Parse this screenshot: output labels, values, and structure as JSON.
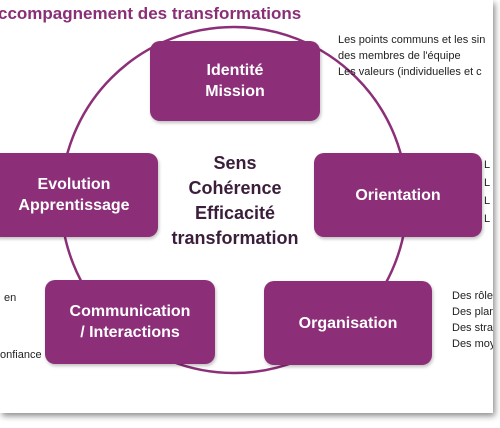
{
  "title": "ccompagnement des transformations",
  "colors": {
    "box": "#8c2f78",
    "ring": "#8c2f78",
    "title": "#8a2e76",
    "center_text": "#3a1e3a"
  },
  "center": {
    "lines": [
      "Sens",
      "Cohérence",
      "Efficacité",
      "transformation"
    ]
  },
  "boxes": {
    "identite": {
      "lines": [
        "Identité",
        "Mission"
      ]
    },
    "orientation": {
      "lines": [
        "Orientation"
      ]
    },
    "organisation": {
      "lines": [
        "Organisation"
      ]
    },
    "communication": {
      "lines": [
        "Communication",
        "/ Interactions"
      ]
    },
    "evolution": {
      "lines": [
        "Evolution",
        "Apprentissage"
      ]
    }
  },
  "notes": {
    "top_right": [
      "Les points communs et les sin",
      "des membres de l'équipe",
      "Les valeurs (individuelles et c"
    ],
    "right_mid": [
      "L",
      "L",
      "L",
      "L"
    ],
    "bottom_right": [
      "Des rôles",
      "Des plan",
      "Des strat",
      "Des moy"
    ],
    "left": [
      "en",
      "onfiance"
    ]
  }
}
